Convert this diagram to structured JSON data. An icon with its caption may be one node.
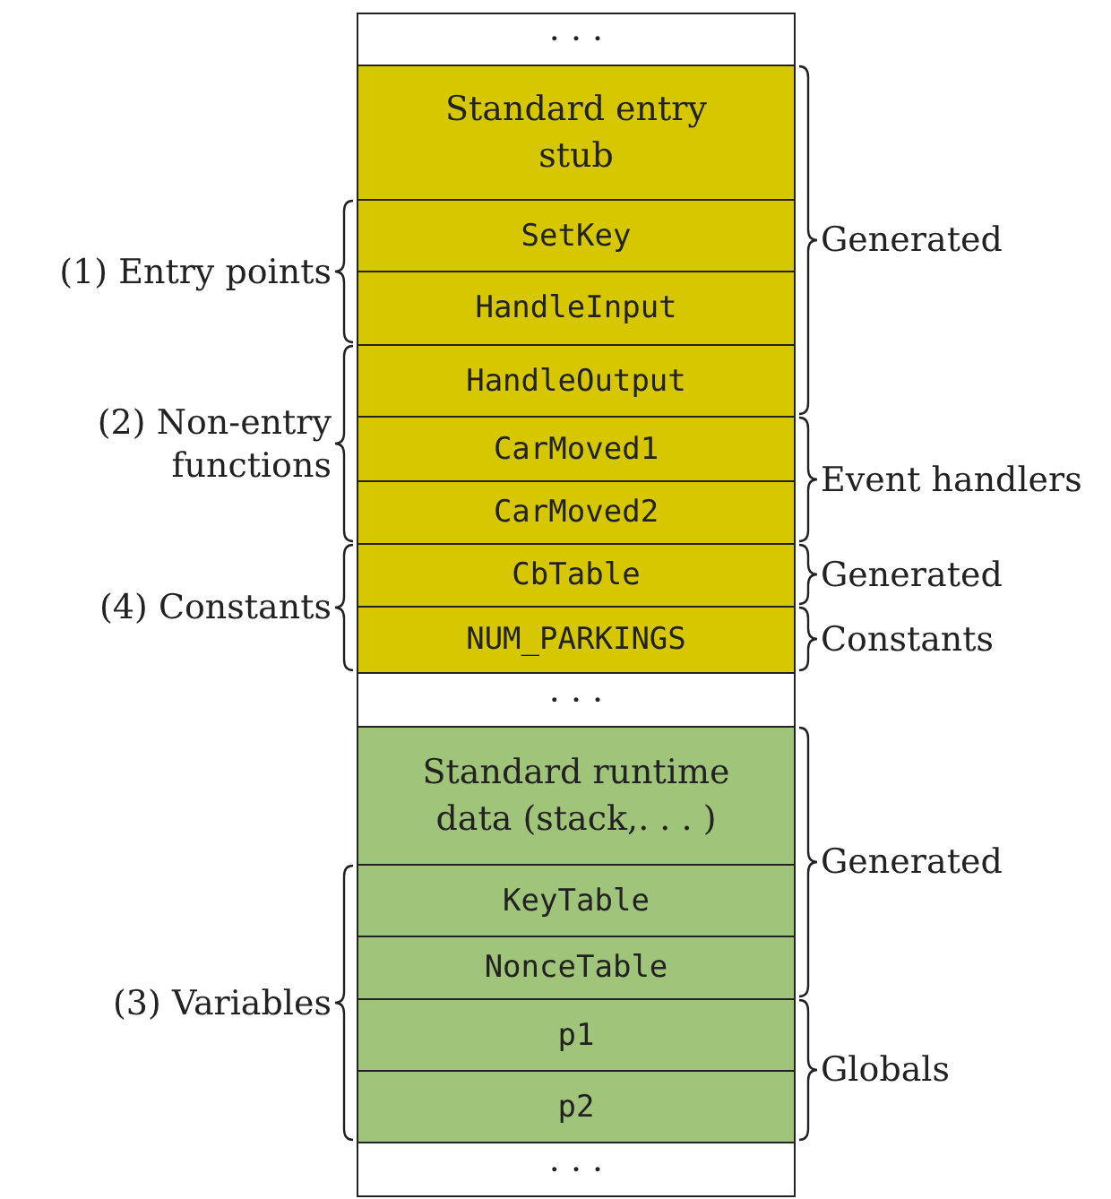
{
  "diagram": {
    "nodes": [
      {
        "text": [
          "· · ·"
        ]
      },
      {
        "text": [
          "Standard entry stub"
        ]
      },
      {
        "text": [
          "SetKey"
        ]
      },
      {
        "text": [
          "HandleInput"
        ]
      },
      {
        "text": [
          "HandleOutput"
        ]
      },
      {
        "text": [
          "CarMoved1"
        ]
      },
      {
        "text": [
          "CarMoved2"
        ]
      },
      {
        "text": [
          "CbTable"
        ]
      },
      {
        "text": [
          "NUM_PARKINGS"
        ]
      },
      {
        "text": [
          "· · ·"
        ]
      },
      {
        "text": [
          "Standard runtime data (stack,. . . )"
        ]
      },
      {
        "text": [
          "KeyTable"
        ]
      },
      {
        "text": [
          "NonceTable"
        ]
      },
      {
        "text": [
          "p1"
        ]
      },
      {
        "text": [
          "p2"
        ]
      },
      {
        "text": [
          "· · ·"
        ]
      }
    ],
    "edges": [],
    "labels": [
      "Generated",
      "(1) Entry points",
      "(2) Non-entry functions",
      "Event handlers",
      "(4) Constants",
      "Generated",
      "Constants",
      "Generated",
      "(3) Variables",
      "Globals"
    ]
  }
}
